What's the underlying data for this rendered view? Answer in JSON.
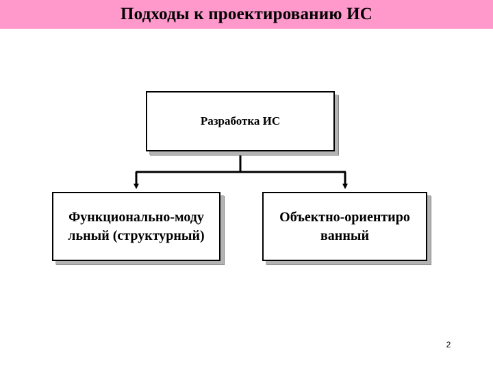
{
  "slide": {
    "title": "Подходы к проектированию ИС",
    "page_number": "2"
  },
  "diagram": {
    "root": {
      "label": "Разработка ИС"
    },
    "children": [
      {
        "label": "Функционально-моду\nльный (структурный)"
      },
      {
        "label": "Объектно-ориентиро\nванный"
      }
    ]
  },
  "colors": {
    "title_background": "#ff99cc",
    "box_border": "#000000",
    "box_shadow": "#808080",
    "connector": "#000000"
  }
}
